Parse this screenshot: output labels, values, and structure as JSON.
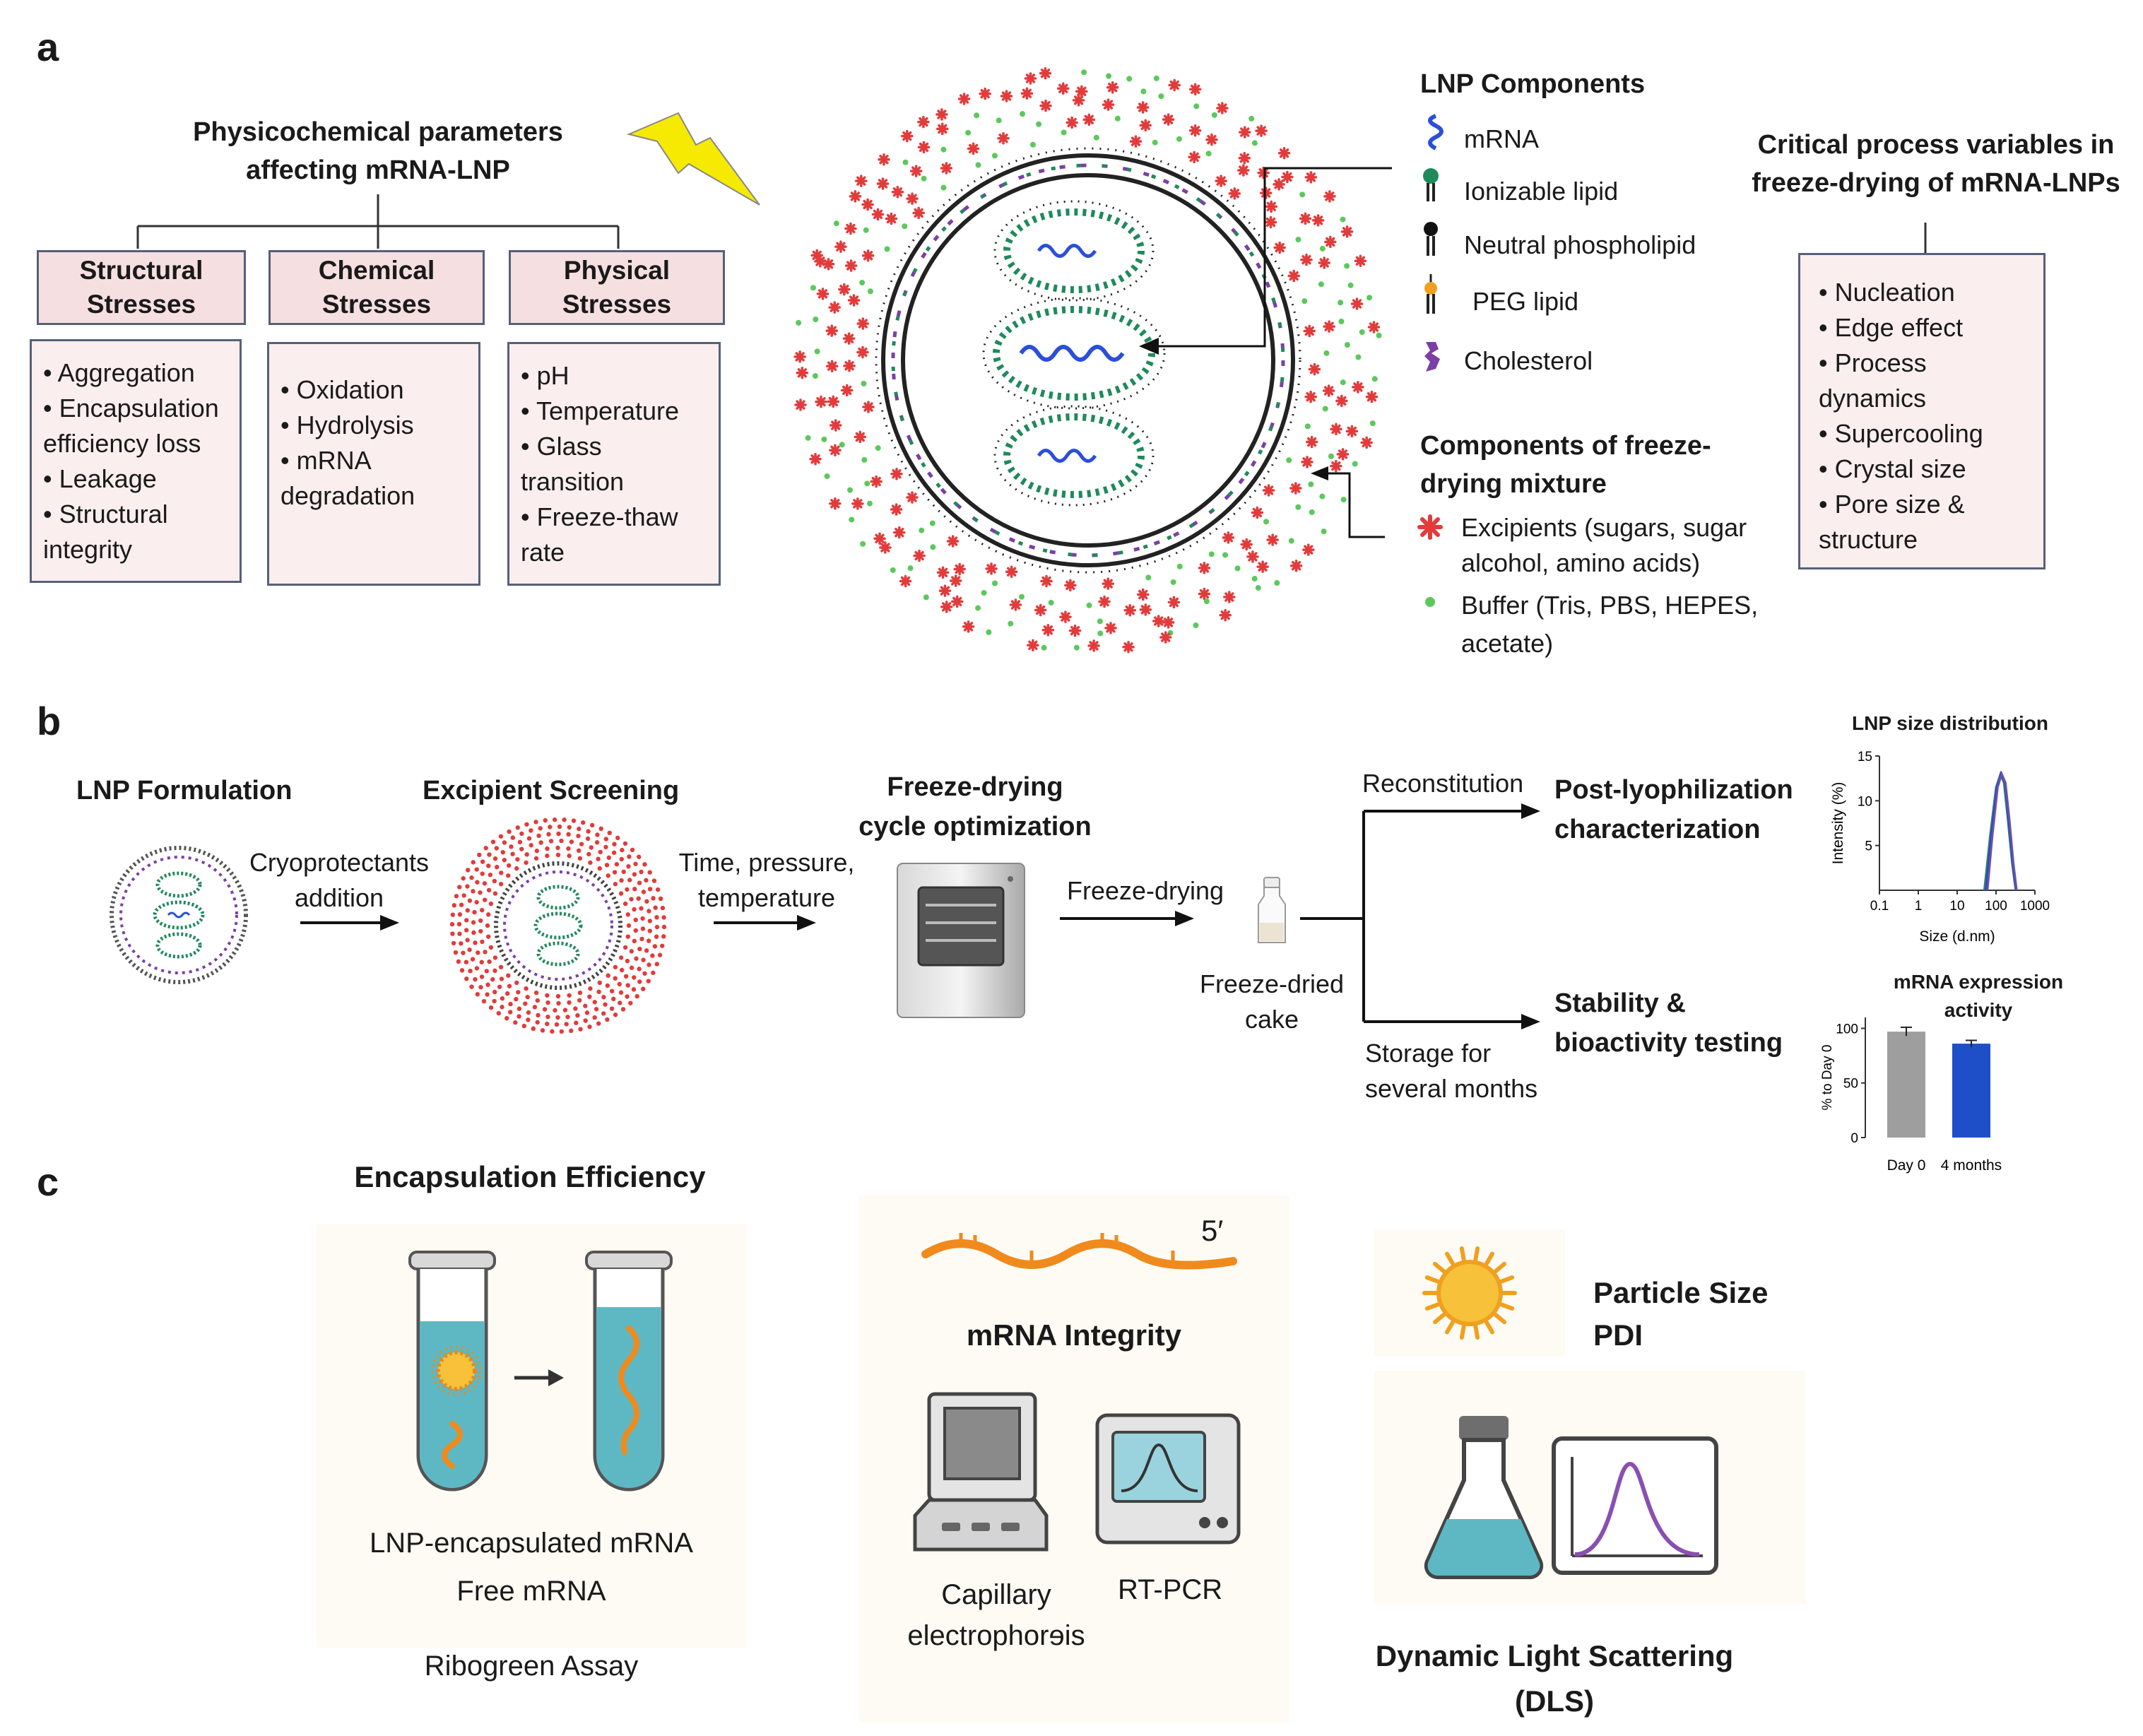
{
  "panel_a": {
    "letter": "a",
    "params_title_1": "Physicochemical parameters",
    "params_title_2": "affecting mRNA-LNP",
    "stress_boxes": [
      {
        "h1": "Structural",
        "h2": "Stresses",
        "items": [
          "• Aggregation",
          "• Encapsulation",
          "efficiency loss",
          "• Leakage",
          "• Structural",
          "integrity"
        ]
      },
      {
        "h1": "Chemical",
        "h2": "Stresses",
        "items": [
          "• Oxidation",
          "• Hydrolysis",
          "• mRNA",
          "degradation"
        ]
      },
      {
        "h1": "Physical",
        "h2": "Stresses",
        "items": [
          "• pH",
          "• Temperature",
          "• Glass",
          "transition",
          "• Freeze-thaw",
          "rate"
        ]
      }
    ],
    "lnp_components_title": "LNP Components",
    "lnp_components": [
      "mRNA",
      "Ionizable lipid",
      "Neutral phospholipid",
      "PEG lipid",
      "Cholesterol"
    ],
    "fd_mixture_title_1": "Components of freeze-",
    "fd_mixture_title_2": "drying mixture",
    "fd_mixture": [
      {
        "l1": "Excipients (sugars, sugar",
        "l2": "alcohol, amino acids)"
      },
      {
        "l1": "Buffer (Tris, PBS, HEPES,",
        "l2": "acetate)"
      }
    ],
    "cpv_title_1": "Critical process variables in",
    "cpv_title_2": "freeze-drying of mRNA-LNPs",
    "cpv_items": [
      "• Nucleation",
      "• Edge effect",
      "• Process",
      "dynamics",
      "• Supercooling",
      "• Crystal size",
      "• Pore size &",
      "structure"
    ],
    "colors": {
      "header_fill": "#f6dfe0",
      "box_fill": "#fbeeee",
      "border": "#55607a",
      "excipient": "#e23b3b",
      "buffer": "#5cc85c",
      "lipid": "#1f8a5a",
      "mrna": "#2b4fd8",
      "cholesterol": "#7b3fa8",
      "peg": "#f0a020",
      "bolt": "#f5ea00"
    }
  },
  "panel_b": {
    "letter": "b",
    "step1": "LNP Formulation",
    "arrow1_l1": "Cryoprotectants",
    "arrow1_l2": "addition",
    "step2": "Excipient Screening",
    "arrow2_l1": "Time, pressure,",
    "arrow2_l2": "temperature",
    "step3_l1": "Freeze-drying",
    "step3_l2": "cycle optimization",
    "arrow3": "Freeze-drying",
    "cake_l1": "Freeze-dried",
    "cake_l2": "cake",
    "branch_top": "Reconstitution",
    "branch_bottom_l1": "Storage for",
    "branch_bottom_l2": "several months",
    "out_top_l1": "Post-lyophilization",
    "out_top_l2": "characterization",
    "out_bottom_l1": "Stability &",
    "out_bottom_l2": "bioactivity testing"
  },
  "panel_c": {
    "letter": "c",
    "ee_title": "Encapsulation Efficiency",
    "ee_label_1": "LNP-encapsulated mRNA",
    "ee_label_2": "Free mRNA",
    "ee_caption": "Ribogreen Assay",
    "int_five_prime": "5′",
    "int_title": "mRNA Integrity",
    "int_label_1": "Capillary",
    "int_label_2": "electrophorɘis",
    "int_label_3": "RT-PCR",
    "size_l1": "Particle Size",
    "size_l2": "PDI",
    "dls_l1": "Dynamic Light Scattering",
    "dls_l2": "(DLS)"
  },
  "chart_data": [
    {
      "type": "line",
      "title": "LNP size distribution",
      "xlabel": "Size (d.nm)",
      "ylabel": "Intensity (%)",
      "xscale": "log",
      "xticks": [
        "0.1",
        "1",
        "10",
        "100",
        "1000"
      ],
      "yticks": [
        "5",
        "10",
        "15"
      ],
      "ylim": [
        0,
        15
      ],
      "series": [
        {
          "x": [
            50,
            70,
            100,
            130,
            160,
            200,
            260,
            320
          ],
          "y": [
            0,
            6,
            11.5,
            13,
            12,
            8,
            3,
            0
          ],
          "color": "#2e8b57"
        },
        {
          "x": [
            55,
            75,
            105,
            135,
            170,
            210,
            270,
            330
          ],
          "y": [
            0,
            6,
            11.5,
            13,
            12,
            8,
            3,
            0
          ],
          "color": "#2b3fd8"
        },
        {
          "x": [
            60,
            80,
            110,
            140,
            175,
            220,
            280,
            340
          ],
          "y": [
            0,
            6,
            11.5,
            13,
            12,
            8,
            3,
            0
          ],
          "color": "#6a4fb0"
        }
      ]
    },
    {
      "type": "bar",
      "title": "mRNA expression activity",
      "ylabel": "% to Day 0",
      "categories": [
        "Day 0",
        "4 months"
      ],
      "values": [
        97,
        86
      ],
      "errors": [
        4,
        3
      ],
      "colors": [
        "#9e9e9e",
        "#1f4fc8"
      ],
      "yticks": [
        "0",
        "50",
        "100"
      ],
      "ylim": [
        0,
        110
      ]
    }
  ]
}
